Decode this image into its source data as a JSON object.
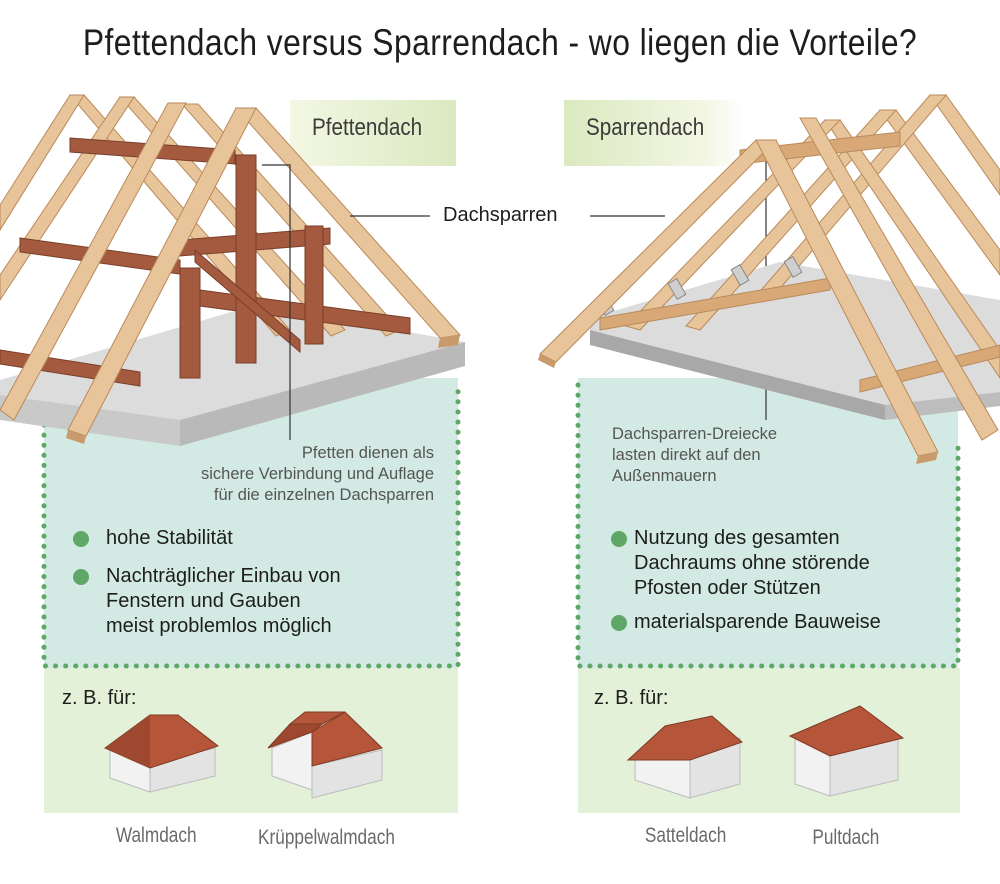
{
  "title": "Pfettendach versus Sparrendach  - wo liegen die Vorteile?",
  "left": {
    "heading": "Pfettendach",
    "note": [
      "Pfetten dienen als",
      "sichere Verbindung und Auflage",
      "für die einzelnen Dachsparren"
    ],
    "bullets": [
      [
        "hohe Stabilität"
      ],
      [
        "Nachträglicher Einbau von",
        "Fenstern und Gauben",
        "meist problemlos möglich"
      ]
    ],
    "examples_label": "z. B. für:",
    "examples": [
      "Walmdach",
      "Krüppelwalmdach"
    ]
  },
  "center_callout": "Dachsparren",
  "right": {
    "heading": "Sparrendach",
    "note": [
      "Dachsparren-Dreiecke",
      "lasten direkt auf den",
      "Außenmauern"
    ],
    "bullets": [
      [
        "Nutzung des gesamten",
        "Dachraums ohne störende",
        "Pfosten oder Stützen"
      ],
      [
        "materialsparende Bauweise"
      ]
    ],
    "examples_label": "z. B. für:",
    "examples": [
      "Satteldach",
      "Pultdach"
    ]
  },
  "colors": {
    "timber_light": "#e8c49a",
    "timber_dark": "#b87a4c",
    "purlin": "#a35a3e",
    "slab": "#dcdcdc",
    "info_bg": "#d3eae4",
    "example_bg": "#e4f1d9",
    "bullet": "#5fa767",
    "roof_tile": "#b5563a"
  }
}
